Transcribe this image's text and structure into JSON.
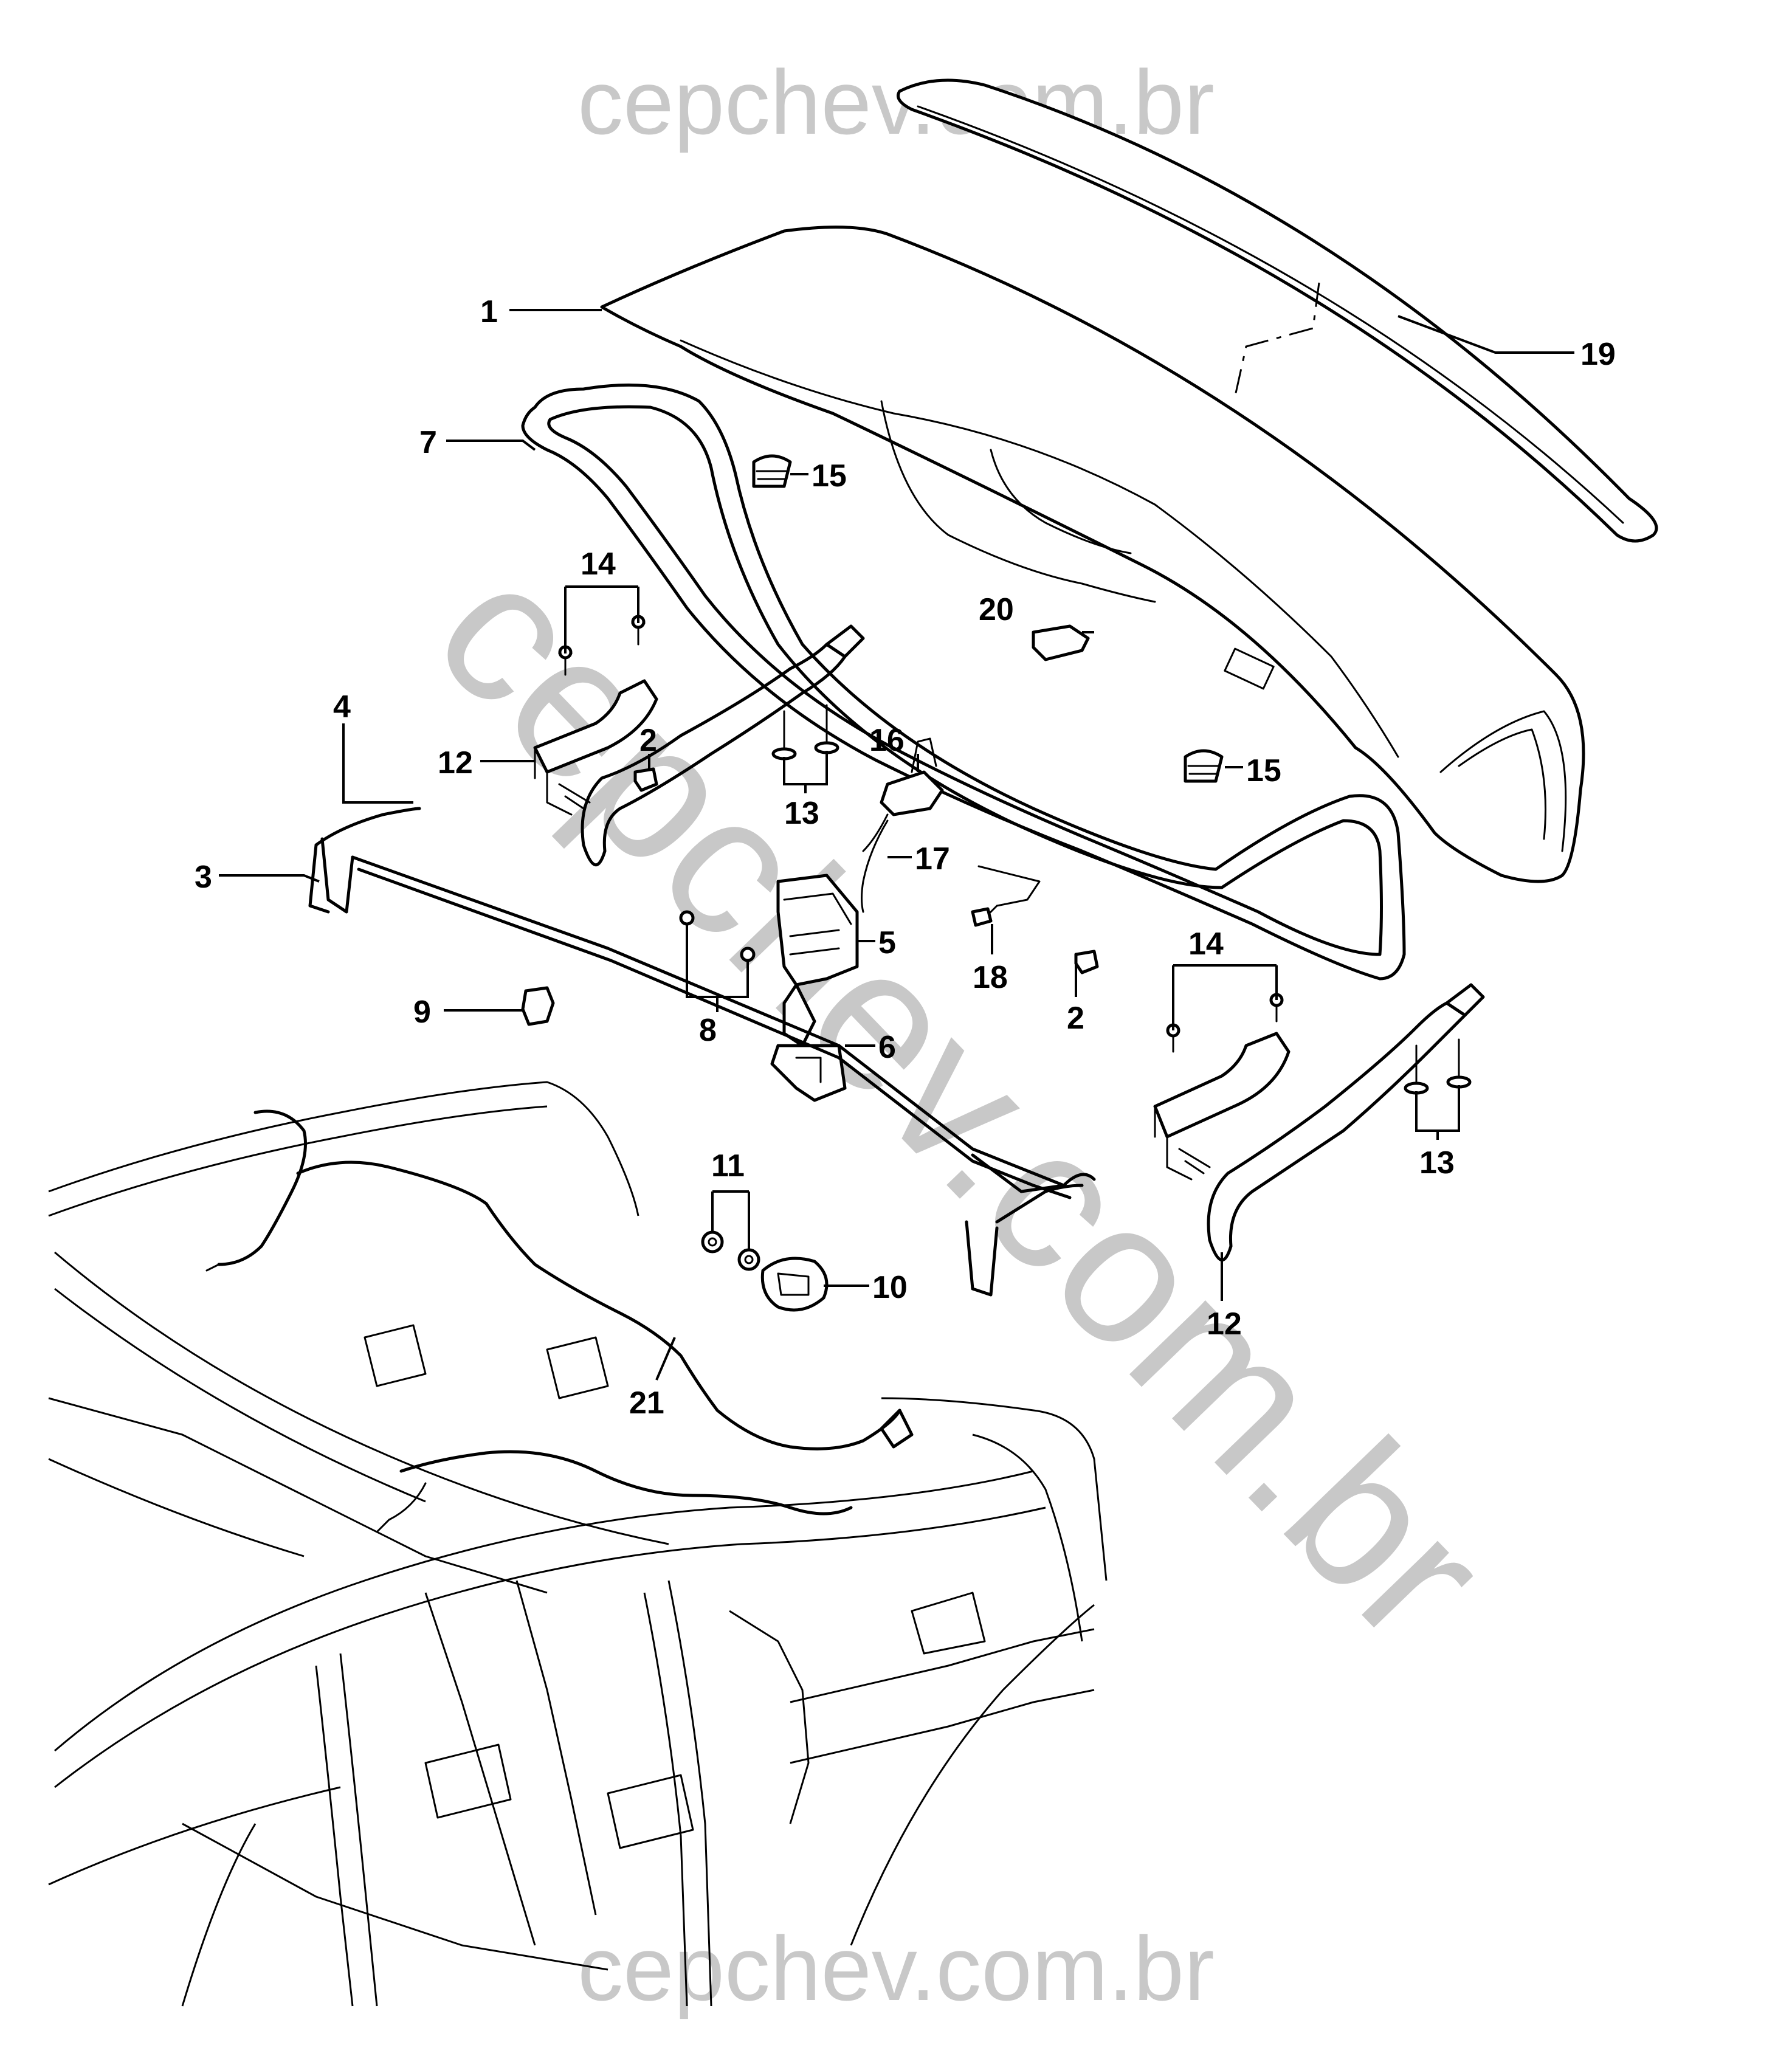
{
  "watermarks": {
    "top": "cepchev.com.br",
    "diagonal": "cepchev.com.br",
    "bottom": "cepchev.com.br"
  },
  "callouts": [
    {
      "id": "c1",
      "label": "1"
    },
    {
      "id": "c19",
      "label": "19"
    },
    {
      "id": "c7",
      "label": "7"
    },
    {
      "id": "c15a",
      "label": "15"
    },
    {
      "id": "c14a",
      "label": "14"
    },
    {
      "id": "c20",
      "label": "20"
    },
    {
      "id": "c4",
      "label": "4"
    },
    {
      "id": "c12a",
      "label": "12"
    },
    {
      "id": "c2a",
      "label": "2"
    },
    {
      "id": "c13a",
      "label": "13"
    },
    {
      "id": "c16",
      "label": "16"
    },
    {
      "id": "c15b",
      "label": "15"
    },
    {
      "id": "c3",
      "label": "3"
    },
    {
      "id": "c17",
      "label": "17"
    },
    {
      "id": "c5",
      "label": "5"
    },
    {
      "id": "c18",
      "label": "18"
    },
    {
      "id": "c14b",
      "label": "14"
    },
    {
      "id": "c9",
      "label": "9"
    },
    {
      "id": "c8",
      "label": "8"
    },
    {
      "id": "c2b",
      "label": "2"
    },
    {
      "id": "c6",
      "label": "6"
    },
    {
      "id": "c13b",
      "label": "13"
    },
    {
      "id": "c11",
      "label": "11"
    },
    {
      "id": "c10",
      "label": "10"
    },
    {
      "id": "c21",
      "label": "21"
    },
    {
      "id": "c12b",
      "label": "12"
    }
  ]
}
